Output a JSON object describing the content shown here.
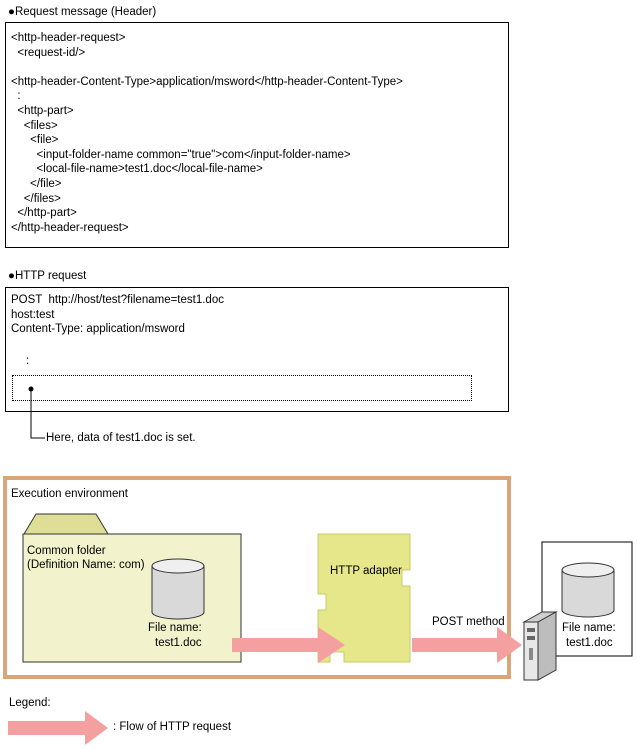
{
  "request_message": {
    "heading": "●Request message (Header)",
    "lines": [
      "<http-header-request>",
      "  <request-id/>",
      "",
      "<http-header-Content-Type>application/msword</http-header-Content-Type>",
      "  :",
      "  <http-part>",
      "    <files>",
      "      <file>",
      "        <input-folder-name common=\"true\">com</input-folder-name>",
      "        <local-file-name>test1.doc</local-file-name>",
      "      </file>",
      "    </files>",
      "  </http-part>",
      "</http-header-request>"
    ]
  },
  "http_request": {
    "heading": "●HTTP request",
    "lines": [
      "POST  http://host/test?filename=test1.doc",
      "host:test",
      "Content-Type: application/msword"
    ],
    "ellipsis": ":",
    "callout": "Here, data of test1.doc is set."
  },
  "environment": {
    "title": "Execution environment",
    "folder_label_line1": "Common folder",
    "folder_label_line2": "(Definition Name: com)",
    "folder_file_label_line1": "File name:",
    "folder_file_label_line2": "test1.doc",
    "adapter_label": "HTTP adapter",
    "post_label": "POST method"
  },
  "server": {
    "file_label_line1": "File name:",
    "file_label_line2": "test1.doc"
  },
  "legend": {
    "title": "Legend:",
    "flow_label": ": Flow of HTTP request"
  },
  "colors": {
    "env_border": "#d9a57a",
    "folder_fill": "#f2f2cc",
    "folder_tab": "#dede96",
    "adapter_fill": "#e6e68a",
    "arrow_fill": "#f4a0a0"
  },
  "icons": {
    "cylinder": "database-cylinder-icon",
    "server": "server-terminal-icon",
    "arrow": "flow-arrow-icon"
  }
}
